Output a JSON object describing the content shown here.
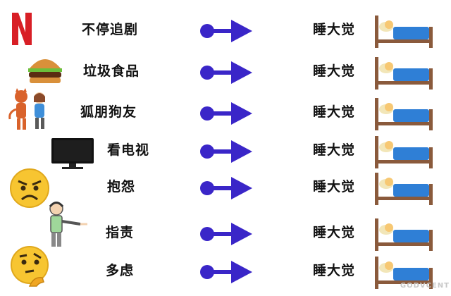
{
  "rows": [
    {
      "label": "不停追剧",
      "result": "睡大觉",
      "icon": "netflix-logo-icon"
    },
    {
      "label": "垃圾食品",
      "result": "睡大觉",
      "icon": "burger-icon"
    },
    {
      "label": "狐朋狗友",
      "result": "睡大觉",
      "icon": "bad-friends-icon"
    },
    {
      "label": "看电视",
      "result": "睡大觉",
      "icon": "tv-icon"
    },
    {
      "label": "抱怨",
      "result": "睡大觉",
      "icon": "angry-face-icon"
    },
    {
      "label": "指责",
      "result": "睡大觉",
      "icon": "pointing-person-icon"
    },
    {
      "label": "多虑",
      "result": "睡大觉",
      "icon": "thinking-face-icon"
    }
  ],
  "colors": {
    "arrow": "#3a26c8",
    "blanket": "#2f7fd6",
    "frame": "#8a5a3c"
  },
  "watermark": "GODVCENT"
}
